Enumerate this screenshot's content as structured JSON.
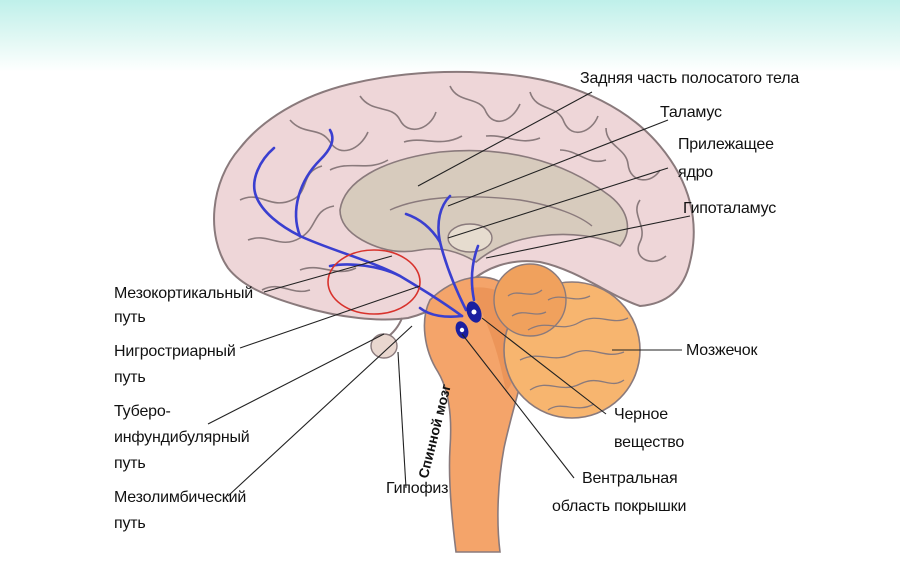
{
  "labels": {
    "striatum_posterior": "Задняя часть полосатого тела",
    "thalamus": "Таламус",
    "nucleus_line1": "Прилежащее",
    "nucleus_line2": "ядро",
    "hypothalamus": "Гипоталамус",
    "mesocortical_line1": "Мезокортикальный",
    "mesocortical_line2": "путь",
    "nigrostriatal_line1": "Нигростриарный",
    "nigrostriatal_line2": "путь",
    "tubero_line1": "Туберо-",
    "tubero_line2": "инфундибулярный",
    "tubero_line3": "путь",
    "mesolimbic_line1": "Мезолимбический",
    "mesolimbic_line2": "путь",
    "pituitary": "Гипофиз",
    "spinal_cord": "Спинной мозг",
    "cerebellum": "Мозжечок",
    "substantia_nigra_line1": "Черное",
    "substantia_nigra_line2": "вещество",
    "vta_line1": "Вентральная",
    "vta_line2": "область покрышки"
  },
  "colors": {
    "cortex": "#eed6d8",
    "cortex_outline": "#8a7a7c",
    "inner": "#d7cbbd",
    "brainstem": "#f4a46a",
    "cerebellum": "#f7b56f",
    "pathway": "#3a3fd0",
    "highlight_circle": "#d8322c",
    "band": "#c4f1ea"
  }
}
